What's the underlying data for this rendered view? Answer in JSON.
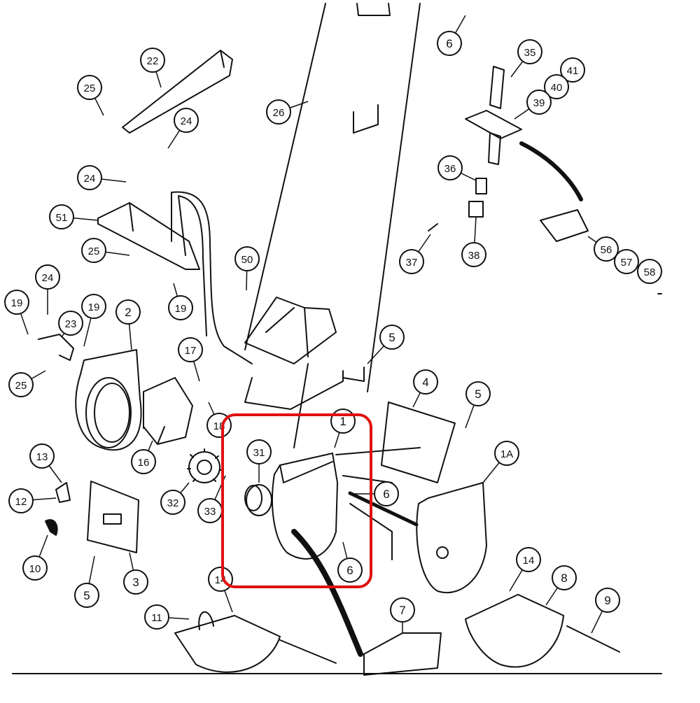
{
  "diagram": {
    "ink": "#111111",
    "highlight": "#e01010",
    "callouts": [
      "1",
      "1A",
      "2",
      "3",
      "4",
      "5",
      "6",
      "7",
      "8",
      "9",
      "10",
      "11",
      "12",
      "13",
      "14",
      "16",
      "17",
      "18",
      "19",
      "22",
      "23",
      "24",
      "25",
      "26",
      "31",
      "32",
      "33",
      "35",
      "36",
      "37",
      "38",
      "39",
      "40",
      "41",
      "50",
      "51",
      "56",
      "57",
      "58"
    ]
  }
}
